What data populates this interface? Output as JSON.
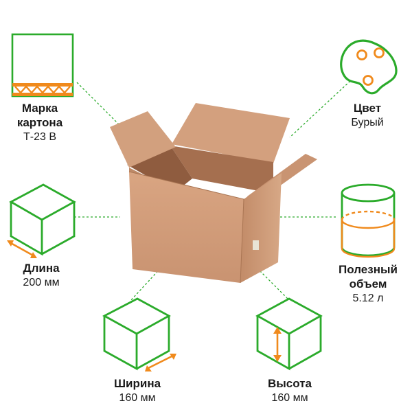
{
  "colors": {
    "green": "#2bab2b",
    "orange": "#f08a1c",
    "text": "#1a1a1a",
    "cardboard": "#cc9c78"
  },
  "specs": {
    "grade": {
      "title_line1": "Марка",
      "title_line2": "картона",
      "value": "Т-23 В",
      "icon": "corrugated-board-icon"
    },
    "color": {
      "title": "Цвет",
      "value": "Бурый",
      "icon": "palette-icon"
    },
    "length": {
      "title": "Длина",
      "value": "200 мм",
      "icon": "cube-length-icon"
    },
    "volume": {
      "title_line1": "Полезный",
      "title_line2": "объем",
      "value": "5.12 л",
      "icon": "cylinder-volume-icon"
    },
    "width": {
      "title": "Ширина",
      "value": "160 мм",
      "icon": "cube-width-icon"
    },
    "height": {
      "title": "Высота",
      "value": "160 мм",
      "icon": "cube-height-icon"
    }
  }
}
